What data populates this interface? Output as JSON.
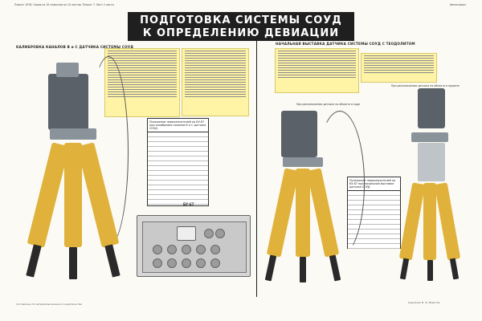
{
  "header": {
    "left_info": "Плакат 1978. Серия из 10 плакатов по 10 листов. Плакат 7. Лист 2 листа",
    "right_tag": "Фотоплакат"
  },
  "title": {
    "line1": "ПОДГОТОВКА СИСТЕМЫ СОУД",
    "line2": "К ОПРЕДЕЛЕНИЮ ДЕВИАЦИИ"
  },
  "sections": {
    "left_title": "КАЛИБРОВКА КАНАЛОВ В и С ДАТЧИКА СИСТЕМЫ СОУД",
    "right_title": "НАЧАЛЬНАЯ ВЫСТАВКА ДАТЧИКА СИСТЕМЫ СОУД С ТЕОДОЛИТОМ"
  },
  "tables": {
    "left_caption": "Положение переключателей на БУ-67 при калибровке каналов В и С датчика СОУД",
    "right_caption": "Положение переключателей на БУ-67 при начальной выставке датчика СОУД"
  },
  "device": {
    "label": "БУ-67"
  },
  "captions": {
    "right_1": "При расположении датчика на объекте в ходе",
    "right_2": "При расположении датчика на объекте в прорезе"
  },
  "footer": {
    "left": "Составлено по материалам военного издательства",
    "right": "Художник В. Ф. Федотов"
  }
}
